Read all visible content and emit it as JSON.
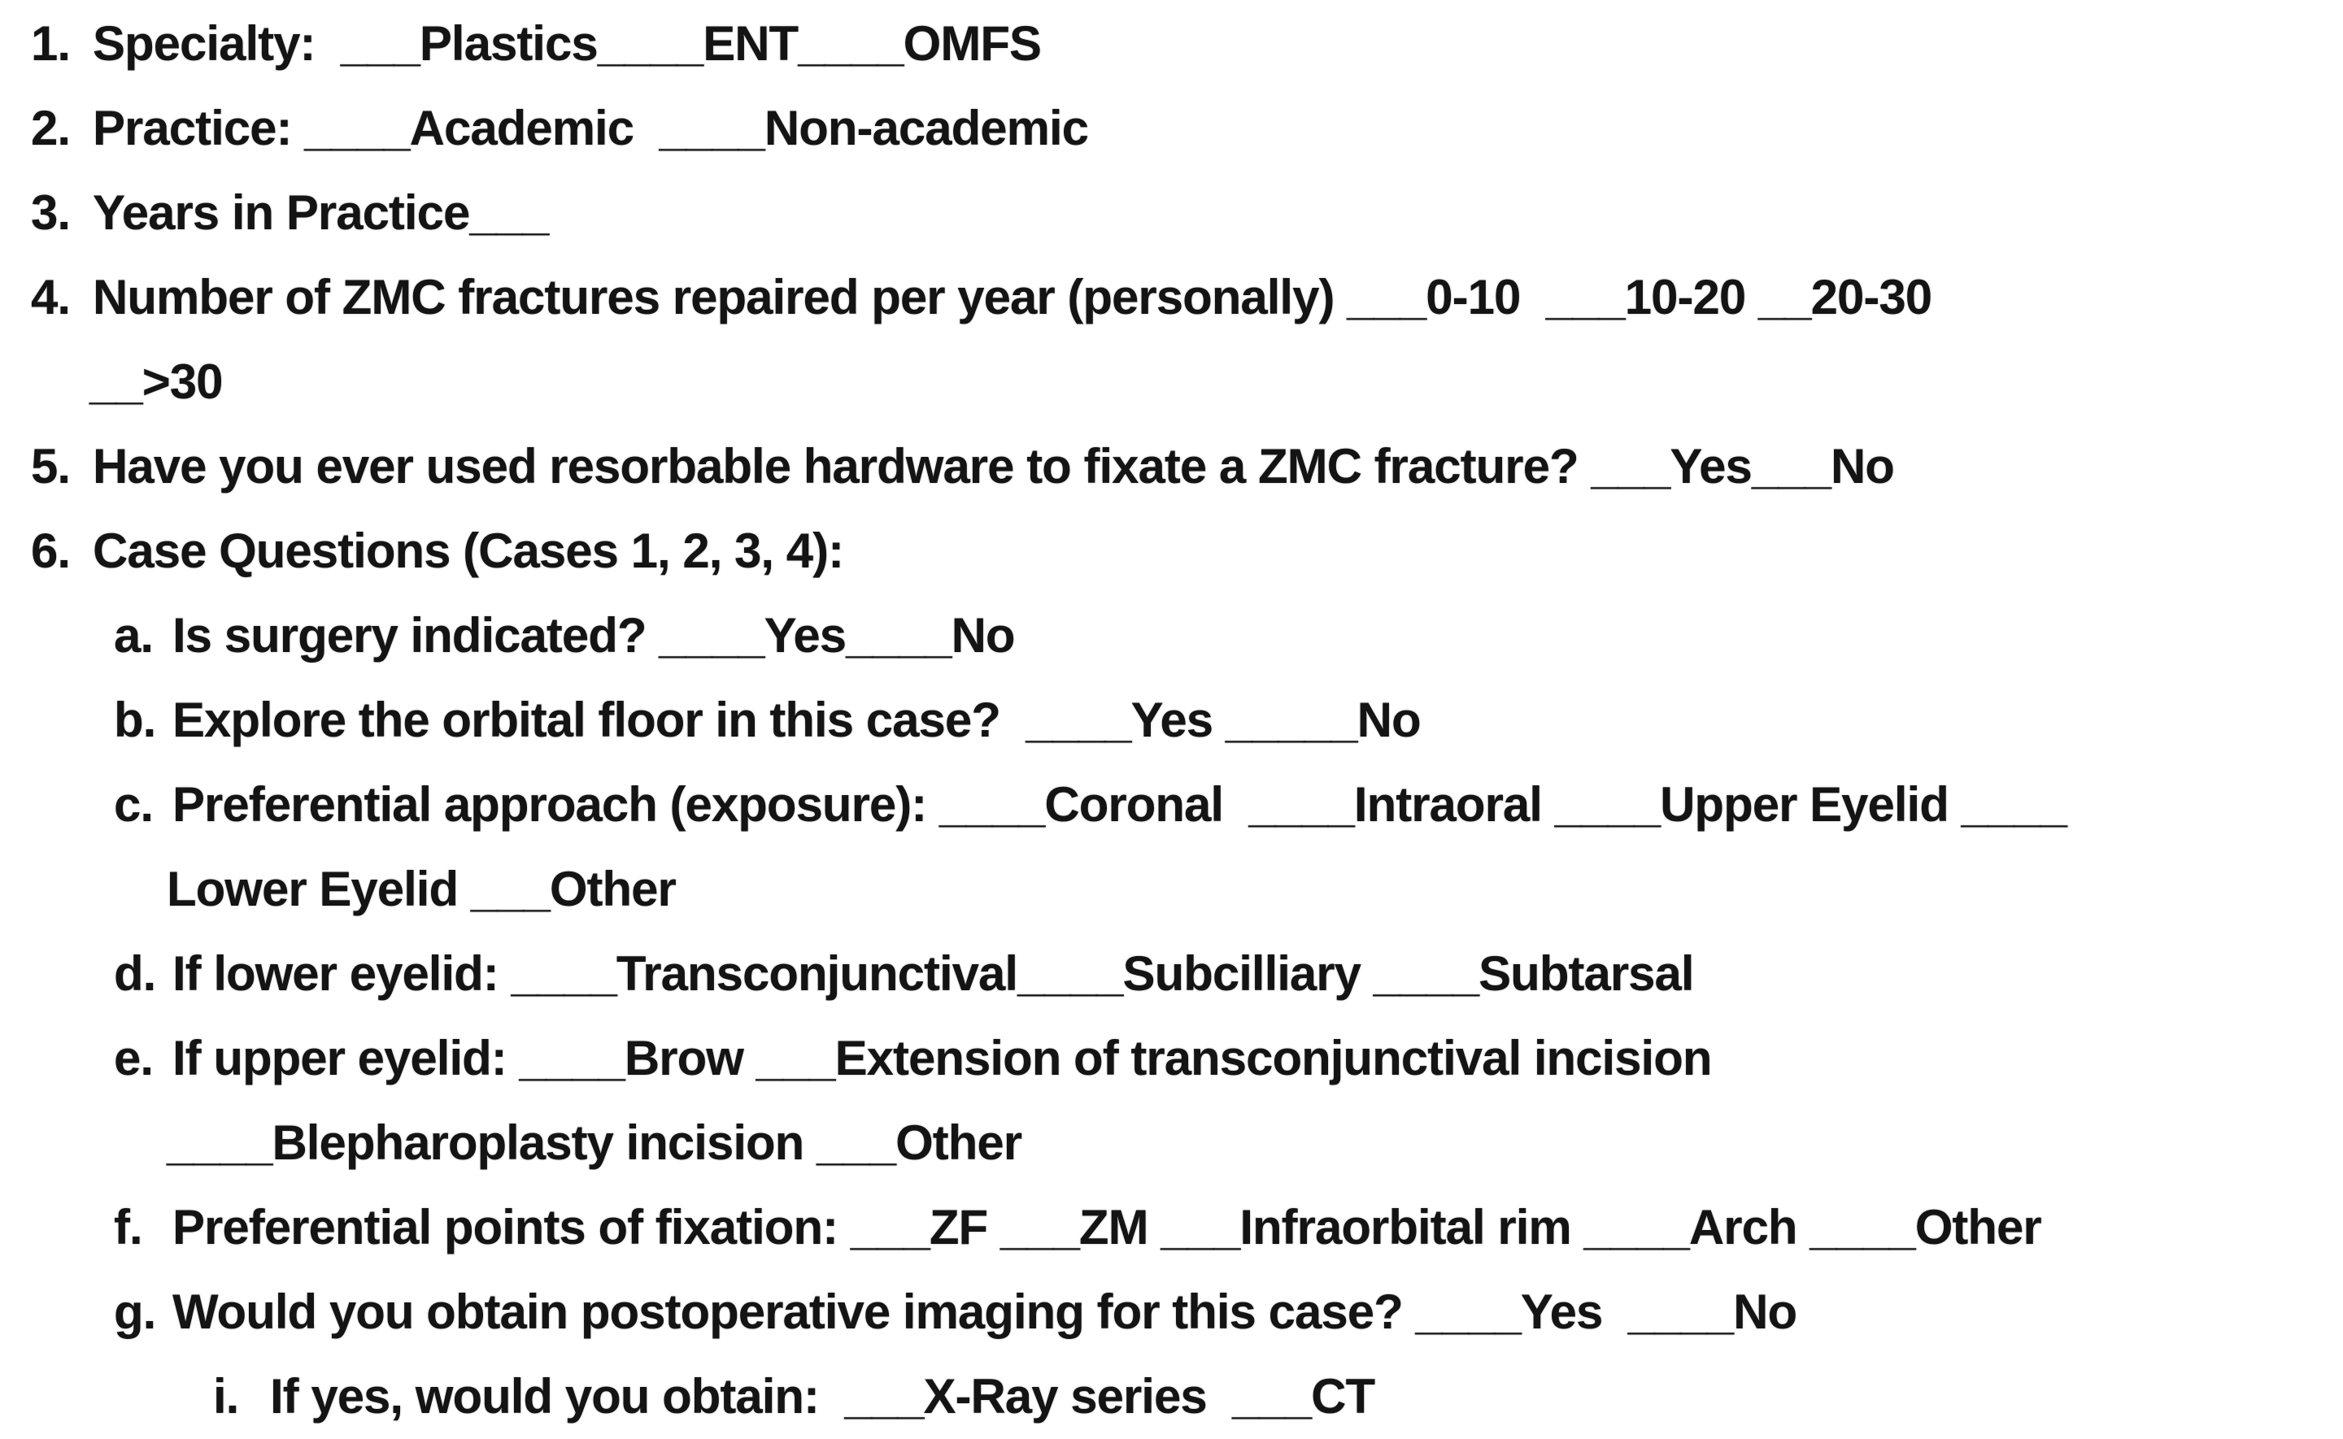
{
  "page": {
    "background_color": "#ffffff",
    "text_color": "#141414",
    "kind": "scanned survey questionnaire"
  },
  "questionnaire": {
    "items": [
      {
        "marker": "1.",
        "level": 1,
        "text": "Specialty:  ___Plastics____ENT____OMFS"
      },
      {
        "marker": "2.",
        "level": 1,
        "text": "Practice: ____Academic  ____Non-academic"
      },
      {
        "marker": "3.",
        "level": 1,
        "text": "Years in Practice___"
      },
      {
        "marker": "4.",
        "level": 1,
        "text": "Number of ZMC fractures repaired per year (personally) ___0-10  ___10-20 __20-30"
      },
      {
        "marker": "",
        "level": "continuation-1",
        "text": "__>30"
      },
      {
        "marker": "5.",
        "level": 1,
        "text": "Have you ever used resorbable hardware to fixate a ZMC fracture? ___Yes___No"
      },
      {
        "marker": "6.",
        "level": 1,
        "text": "Case Questions (Cases 1, 2, 3, 4):"
      },
      {
        "marker": "a.",
        "level": 2,
        "text": "Is surgery indicated? ____Yes____No"
      },
      {
        "marker": "b.",
        "level": 2,
        "text": "Explore the orbital floor in this case?  ____Yes _____No"
      },
      {
        "marker": "c.",
        "level": 2,
        "text": "Preferential approach (exposure): ____Coronal  ____Intraoral ____Upper Eyelid ____"
      },
      {
        "marker": "",
        "level": "continuation-2",
        "text": "Lower Eyelid ___Other"
      },
      {
        "marker": "d.",
        "level": 2,
        "text": "If lower eyelid: ____Transconjunctival____Subcilliary ____Subtarsal"
      },
      {
        "marker": "e.",
        "level": 2,
        "text": "If upper eyelid: ____Brow ___Extension of transconjunctival incision"
      },
      {
        "marker": "",
        "level": "continuation-2",
        "text": "____Blepharoplasty incision ___Other"
      },
      {
        "marker": "f.",
        "level": 2,
        "text": "Preferential points of fixation: ___ZF ___ZM ___Infraorbital rim ____Arch ____Other"
      },
      {
        "marker": "g.",
        "level": 2,
        "text": "Would you obtain postoperative imaging for this case? ____Yes  ____No"
      },
      {
        "marker": "i.",
        "level": 3,
        "text": "If yes, would you obtain:  ___X-Ray series  ___CT"
      }
    ]
  }
}
